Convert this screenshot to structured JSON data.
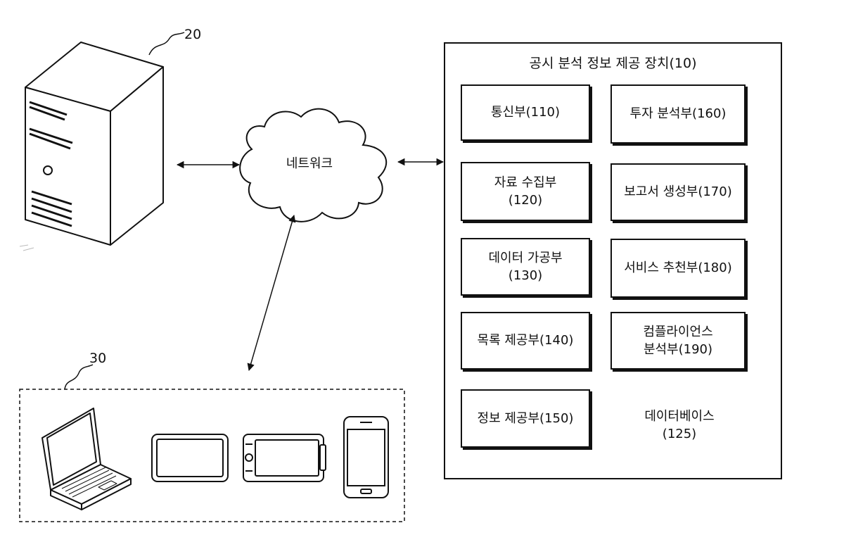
{
  "server": {
    "ref": "20"
  },
  "terminals": {
    "ref": "30"
  },
  "network": {
    "label": "네트워크"
  },
  "device": {
    "title": "공시 분석 정보 제공 장치(10)",
    "modules": {
      "communication": "통신부(110)",
      "data_collection": "자료 수집부\n(120)",
      "data_processing": "데이터 가공부\n(130)",
      "list_provider": "목록 제공부(140)",
      "info_provider": "정보 제공부(150)",
      "investment_analysis": "투자 분석부(160)",
      "report_generation": "보고서 생성부(170)",
      "service_recommendation": "서비스 추천부(180)",
      "compliance_analysis": "컴플라이언스\n분석부(190)"
    },
    "database": "데이터베이스\n(125)"
  }
}
